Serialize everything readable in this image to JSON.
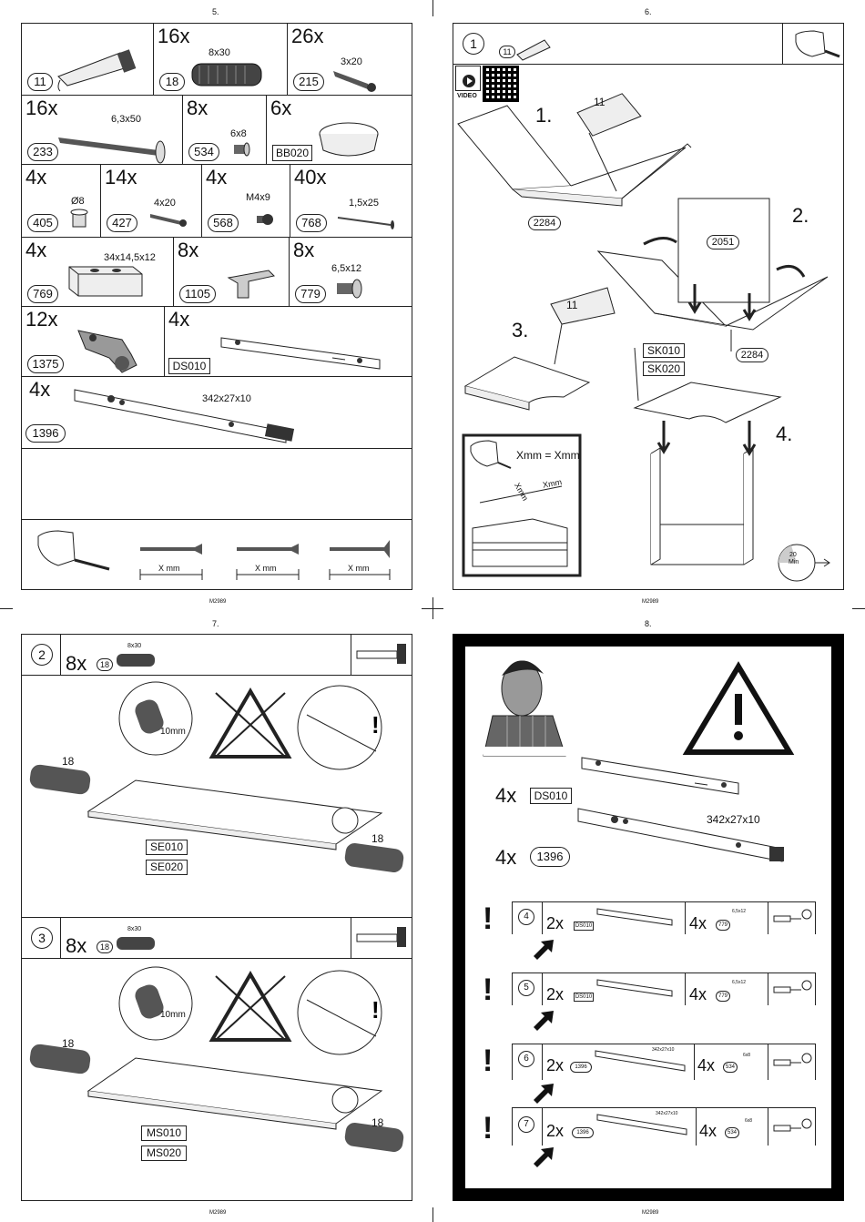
{
  "pages": {
    "p5": {
      "number": "5.",
      "footer": "M2989"
    },
    "p6": {
      "number": "6.",
      "footer": "M2989"
    },
    "p7": {
      "number": "7.",
      "footer": "M2989"
    },
    "p8": {
      "number": "8.",
      "footer": "M2989"
    }
  },
  "parts": [
    {
      "id": "11",
      "qty": "",
      "dim": ""
    },
    {
      "id": "18",
      "qty": "16x",
      "dim": "8x30"
    },
    {
      "id": "215",
      "qty": "26x",
      "dim": "3x20"
    },
    {
      "id": "233",
      "qty": "16x",
      "dim": "6,3x50"
    },
    {
      "id": "534",
      "qty": "8x",
      "dim": "6x8"
    },
    {
      "id": "BB020",
      "qty": "6x",
      "dim": ""
    },
    {
      "id": "405",
      "qty": "4x",
      "dim": "Ø8"
    },
    {
      "id": "427",
      "qty": "14x",
      "dim": "4x20"
    },
    {
      "id": "568",
      "qty": "4x",
      "dim": "M4x9"
    },
    {
      "id": "768",
      "qty": "40x",
      "dim": "1,5x25"
    },
    {
      "id": "769",
      "qty": "4x",
      "dim": "34x14,5x12"
    },
    {
      "id": "1105",
      "qty": "8x",
      "dim": ""
    },
    {
      "id": "779",
      "qty": "8x",
      "dim": "6,5x12"
    },
    {
      "id": "1375",
      "qty": "12x",
      "dim": ""
    },
    {
      "id": "DS010",
      "qty": "4x",
      "dim": ""
    },
    {
      "id": "1396",
      "qty": "4x",
      "dim": "342x27x10"
    }
  ],
  "screw_length_labels": [
    "X mm",
    "X mm",
    "X mm"
  ],
  "step1": {
    "step": "1",
    "glue_id": "11",
    "video_label": "VIDEO",
    "sub1": "1.",
    "sub2": "2.",
    "sub3": "3.",
    "sub4": "4.",
    "glue1": "11",
    "glue3": "11",
    "panel_a": "2284",
    "panel_back": "2051",
    "panel_b": "2284",
    "top1": "SK010",
    "top2": "SK020",
    "equation": "Xmm = Xmm",
    "xmm1": "Xmm",
    "xmm2": "Xmm",
    "time": "20",
    "time_unit": "Min"
  },
  "step2": {
    "step": "2",
    "qty": "8x",
    "part": "18",
    "dim": "8x30",
    "length": "10mm",
    "dowel_left": "18",
    "dowel_right": "18",
    "panel1": "SE010",
    "panel2": "SE020"
  },
  "step3": {
    "step": "3",
    "qty": "8x",
    "part": "18",
    "dim": "8x30",
    "length": "10mm",
    "dowel_left": "18",
    "dowel_right": "18",
    "panel1": "MS010",
    "panel2": "MS020"
  },
  "warning": {
    "qty1": "4x",
    "part1": "DS010",
    "dim": "342x27x10",
    "qty2": "4x",
    "part2": "1396",
    "steps": [
      {
        "step": "4",
        "qty": "2x",
        "part": "DS010",
        "qty2": "4x",
        "part2": "779",
        "dim2": "6,5x12",
        "dim": ""
      },
      {
        "step": "5",
        "qty": "2x",
        "part": "DS010",
        "qty2": "4x",
        "part2": "779",
        "dim2": "6,5x12",
        "dim": ""
      },
      {
        "step": "6",
        "qty": "2x",
        "part": "1396",
        "qty2": "4x",
        "part2": "534",
        "dim2": "6x8",
        "dim": "342x27x10"
      },
      {
        "step": "7",
        "qty": "2x",
        "part": "1396",
        "qty2": "4x",
        "part2": "534",
        "dim2": "6x8",
        "dim": "342x27x10"
      }
    ]
  }
}
